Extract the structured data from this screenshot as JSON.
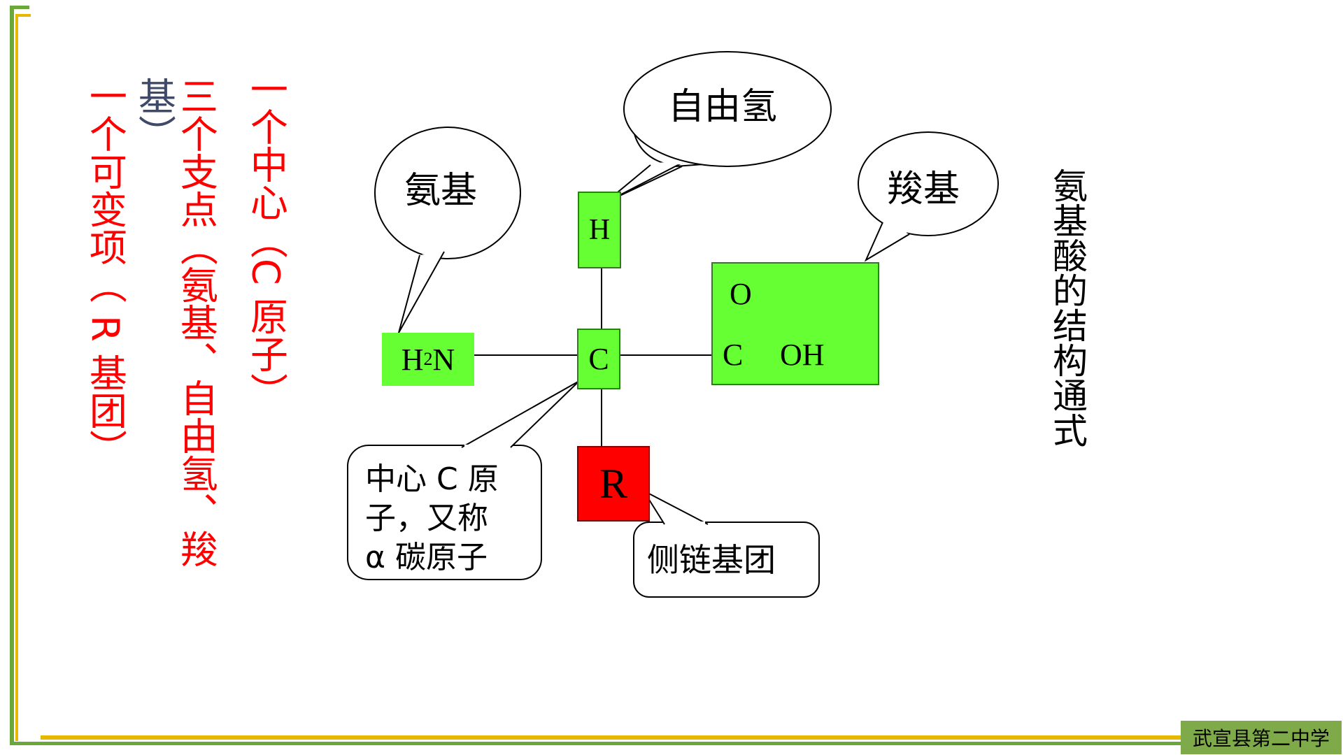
{
  "left_text": {
    "line1": "一个中心（C 原子）",
    "line2a": "三个支点（氨基、自由氢、羧",
    "line2b": "基）",
    "line3": "一个可变项（ R 基团）"
  },
  "title": "氨基酸的结构通式",
  "diagram": {
    "h_label": "H",
    "c_label": "C",
    "r_label": "R",
    "nh2_label_h": "H",
    "nh2_label_sub": "2",
    "nh2_label_n": "N",
    "cooh_o": "O",
    "cooh_c": "C",
    "cooh_oh": "OH"
  },
  "callouts": {
    "free_h": "自由氢",
    "amino": "氨基",
    "carboxyl": "羧基",
    "central_c_line1": "中心 C 原",
    "central_c_line2": "子，又称",
    "central_c_line3": "α 碳原子",
    "side_chain": "侧链基团"
  },
  "footer": {
    "school": "武宣县第二中学"
  }
}
